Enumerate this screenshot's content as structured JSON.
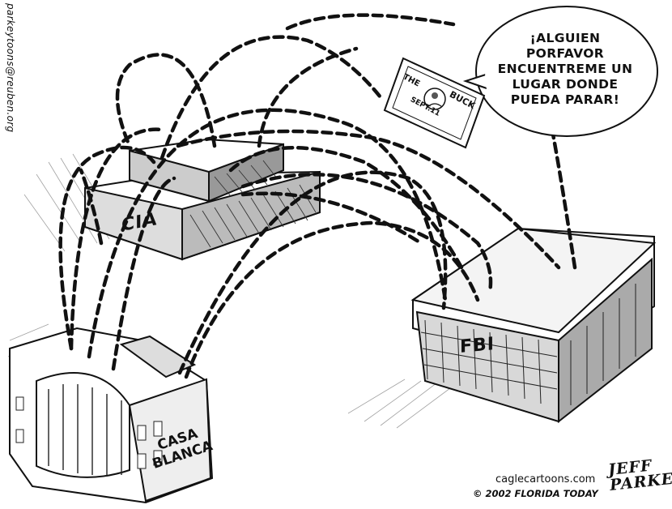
{
  "side_credit": "parkeytoons@reuben.org",
  "speech_bubble": {
    "lines": [
      "¡ALGUIEN",
      "PORFAVOR",
      "ENCUENTREME UN",
      "LUGAR DONDE",
      "PUEDA PARAR!"
    ]
  },
  "buildings": {
    "cia": "CIA",
    "fbi": "FBI",
    "casa_blanca": [
      "CASA",
      "BLANCA"
    ]
  },
  "bill": {
    "the": "THE",
    "buck": "BUCK",
    "date": "SEPT.11"
  },
  "footer": {
    "site": "caglecartoons.com",
    "copyright": "© 2002 FLORIDA TODAY",
    "signature": [
      "JEFF",
      "PARKER"
    ]
  }
}
